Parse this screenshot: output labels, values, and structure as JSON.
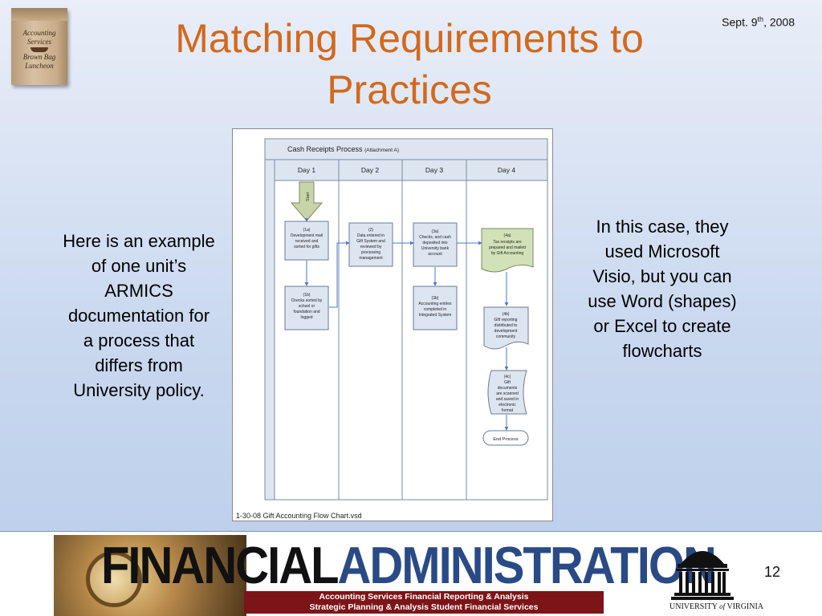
{
  "logo": {
    "lines": [
      "Accounting",
      "Services",
      "Brown Bag",
      "Luncheon"
    ]
  },
  "title": {
    "line1": "Matching Requirements to",
    "line2": "Practices"
  },
  "date": {
    "prefix": "Sept. 9",
    "sup": "th",
    "suffix": ", 2008"
  },
  "left_text": "Here is an example of one unit’s ARMICS documentation for a process that differs from University policy.",
  "right_text": "In this case, they used Microsoft Visio, but you can use Word (shapes) or Excel to create flowcharts",
  "flowchart": {
    "title_main": "Cash Receipts Process",
    "title_sub": "(Attachment A)",
    "columns": [
      "Day 1",
      "Day 2",
      "Day 3",
      "Day 4"
    ],
    "start_label": "Start",
    "steps": {
      "s1a": [
        "(1a)",
        "Development mail",
        "received and",
        "sorted for gifts"
      ],
      "s1b": [
        "(1b)",
        "Checks sorted by",
        "school or",
        "foundation and",
        "logged"
      ],
      "s2": [
        "(2)",
        "Data entered in",
        "Gift System and",
        "reviewed by",
        "processing",
        "management"
      ],
      "s3a": [
        "(3a)",
        "Checks, and cash",
        "deposited into",
        "University bank",
        "account"
      ],
      "s3b": [
        "(3b)",
        "Accounting entries",
        "completed in",
        "Integrated System"
      ],
      "s4a": [
        "(4a)",
        "Tax receipts are",
        "prepared and mailed",
        "by Gift Accounting"
      ],
      "s4b": [
        "(4b)",
        "Gift reporting",
        "distributed to",
        "development",
        "community"
      ],
      "s4c": [
        "(4c)",
        "Gift",
        "documents",
        "are scanned",
        "and saved in",
        "electronic",
        "format"
      ],
      "end": "End Process"
    },
    "caption": "1-30-08 Gift Accounting Flow Chart.vsd"
  },
  "footer": {
    "brand_part1": "FINANCIAL",
    "brand_part2": "ADMINISTRATION",
    "banner_line1": "Accounting Services   Financial Reporting & Analysis",
    "banner_line2": "Strategic Planning & Analysis   Student Financial Services",
    "uva_part1": "UNIVERSITY",
    "uva_of": "of",
    "uva_part2": "VIRGINIA",
    "page_number": "12"
  },
  "colors": {
    "title": "#d2691e",
    "brand_blue": "#2a4a86",
    "banner": "#7d1418"
  }
}
